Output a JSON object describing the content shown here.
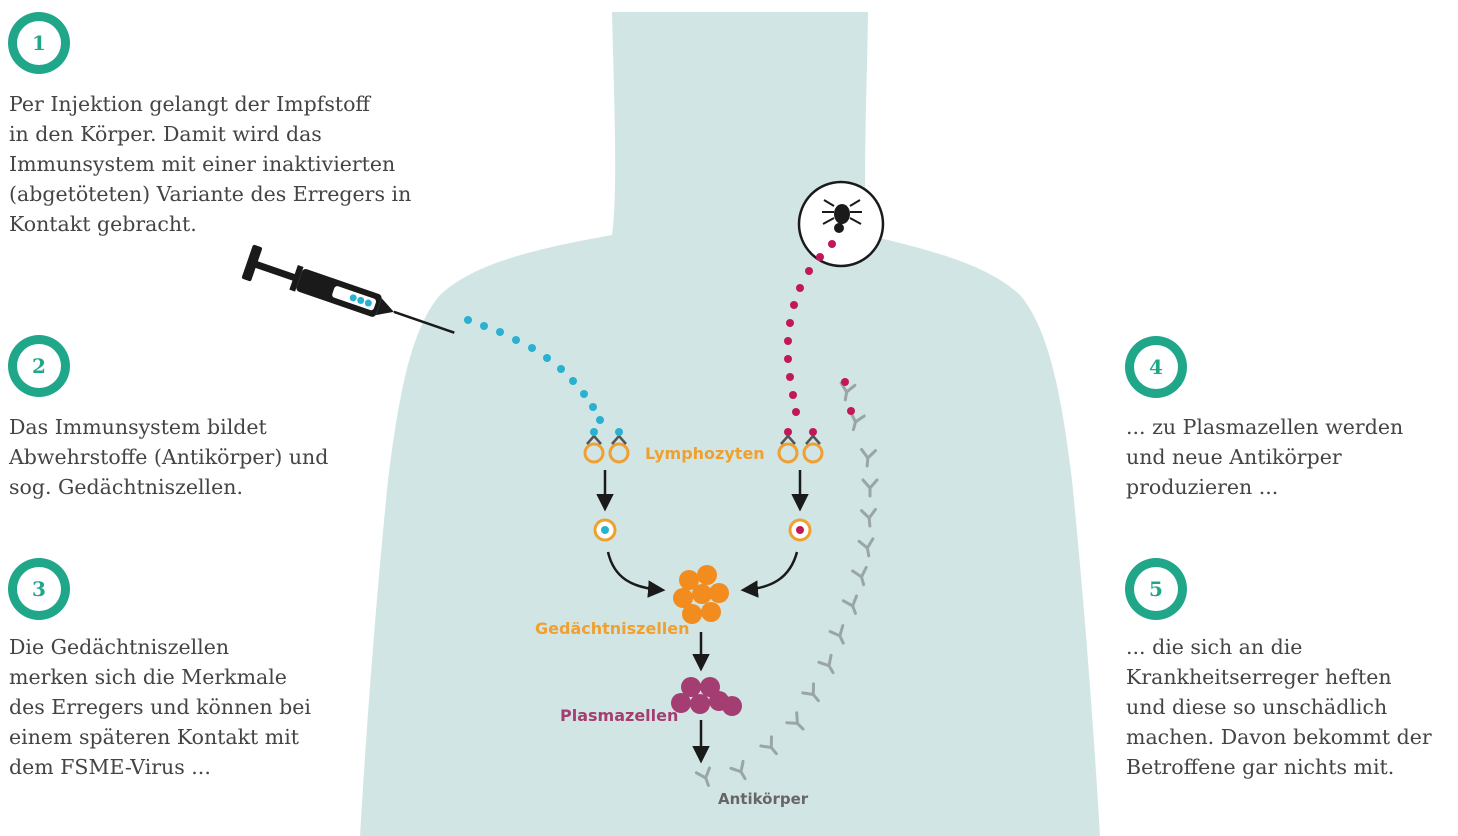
{
  "steps": [
    {
      "number": "1",
      "text": "Per Injektion gelangt der Impfstoff\nin den Körper. Damit wird das\nImmunsystem mit einer inaktivierten\n(abgetöteten) Variante des Erregers in\nKontakt gebracht."
    },
    {
      "number": "2",
      "text": "Das Immunsystem bildet\nAbwehrstoffe (Antikörper) und\nsog. Gedächtniszellen."
    },
    {
      "number": "3",
      "text": "Die Gedächtniszellen\nmerken sich die Merkmale\ndes Erregers und können bei\neinem späteren Kontakt mit\ndem FSME-Virus ..."
    },
    {
      "number": "4",
      "text": "... zu Plasmazellen werden\nund neue Antikörper\nproduzieren ..."
    },
    {
      "number": "5",
      "text": "... die sich an die\nKrankheitserreger heften\nund diese so unschädlich\nmachen. Davon bekommt der\nBetroffene gar nichts mit."
    }
  ],
  "labels": {
    "lymphocytes": "Lymphozyten",
    "memory_cells": "Gedächtniszellen",
    "plasma_cells": "Plasmazellen",
    "antibodies": "Antikörper"
  },
  "colors": {
    "step_badge": "#20a78a",
    "body": "#d1e6e4",
    "vaccine_particles": "#2ab0d0",
    "pathogen_particles": "#c2185b",
    "lymphocyte": "#f0a030",
    "memory_cell": "#f28c1e",
    "plasma_cell": "#a43d72",
    "antibody": "#9aa5a5",
    "text": "#444444"
  },
  "icons": [
    "syringe-icon",
    "tick-icon"
  ]
}
